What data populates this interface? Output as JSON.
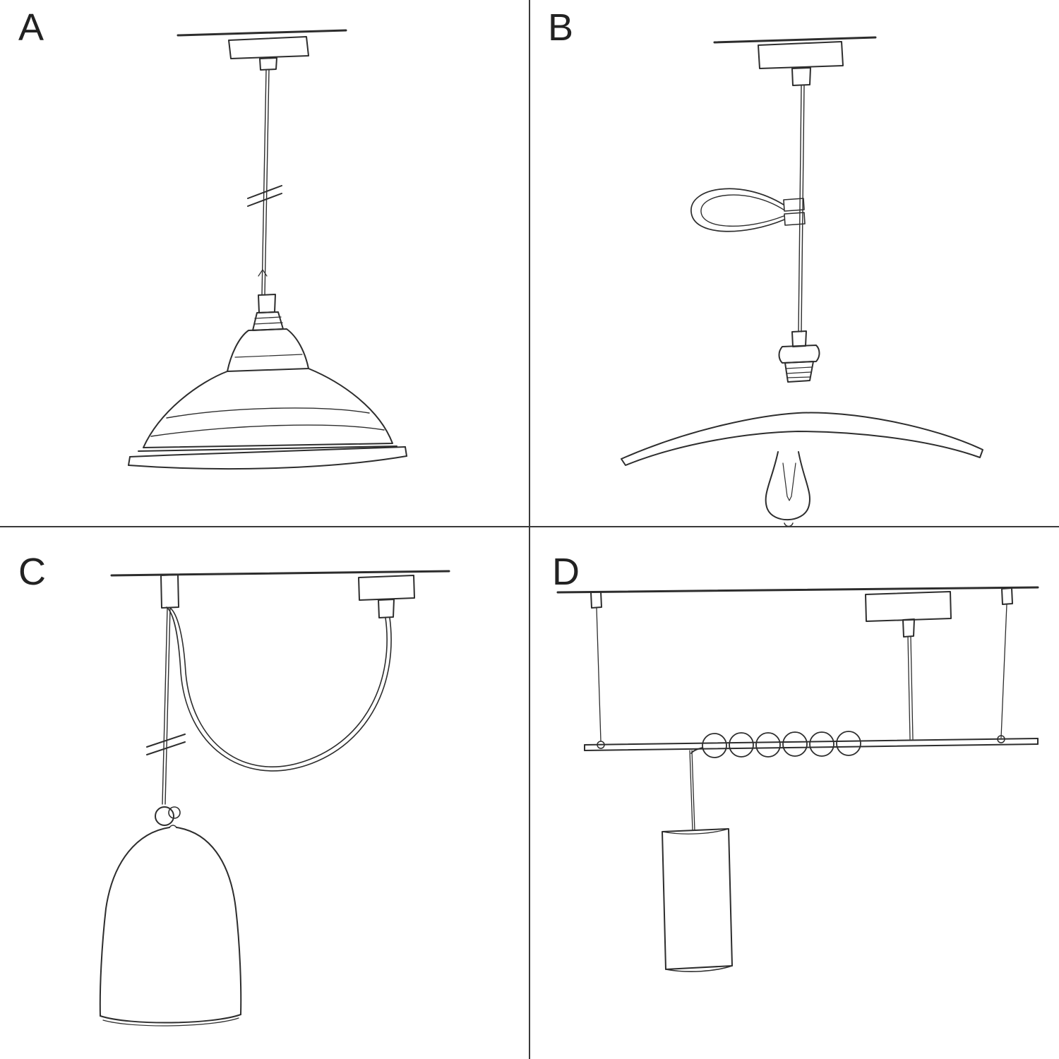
{
  "colors": {
    "background": "#ffffff",
    "ink": "#2d2d2d",
    "divider": "#3a3a3a",
    "label_text": "#222222"
  },
  "panels": [
    {
      "label": "A",
      "icon": "pendant-barn-shade-sketch-icon"
    },
    {
      "label": "B",
      "icon": "pendant-flat-plate-shade-bulb-sketch-icon"
    },
    {
      "label": "C",
      "icon": "swag-pendant-bell-shade-sketch-icon"
    },
    {
      "label": "D",
      "icon": "bar-suspension-cylinder-shade-sketch-icon"
    }
  ]
}
